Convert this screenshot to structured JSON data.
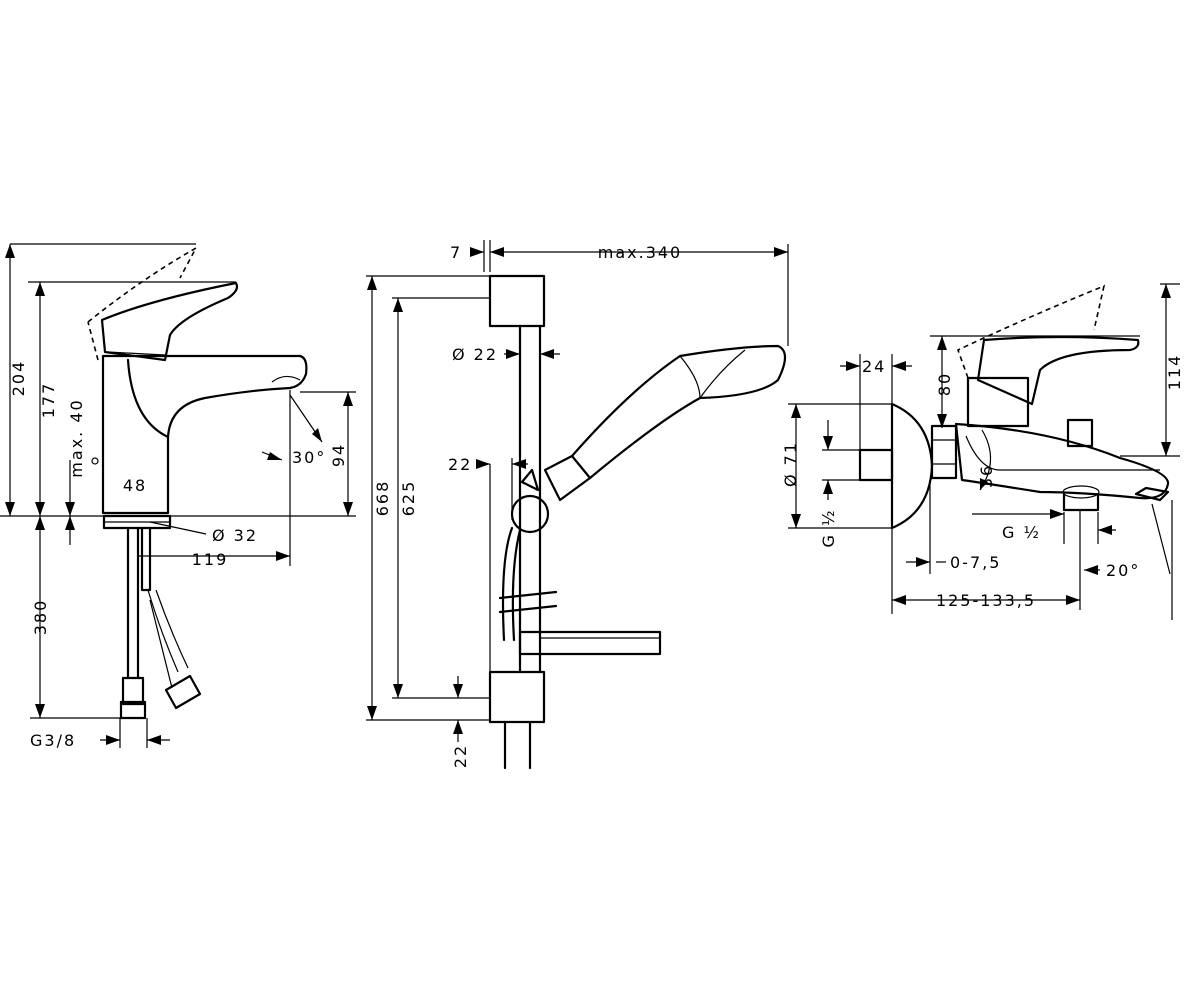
{
  "basin_mixer": {
    "dim_height_total": "204",
    "dim_height_spout": "177",
    "dim_max_40": "max. 40",
    "dim_48": "48",
    "dim_diameter_32": "Ø 32",
    "dim_119": "119",
    "dim_30deg": "30°",
    "dim_94": "94",
    "dim_380": "380",
    "dim_g38": "G3/8"
  },
  "shower_set": {
    "dim_7": "7",
    "dim_max340": "max.340",
    "dim_diameter_22": "Ø 22",
    "dim_22_top": "22",
    "dim_668": "668",
    "dim_625": "625",
    "dim_22_bottom": "22"
  },
  "bath_mixer": {
    "dim_24": "24",
    "dim_80": "80",
    "dim_114": "114",
    "dim_diameter_71": "Ø 71",
    "dim_36": "36",
    "dim_g12_left": "G ½",
    "dim_g12_right": "G ½",
    "dim_0_75": "0-7,5",
    "dim_20deg": "20°",
    "dim_125_1335": "125-133,5"
  }
}
